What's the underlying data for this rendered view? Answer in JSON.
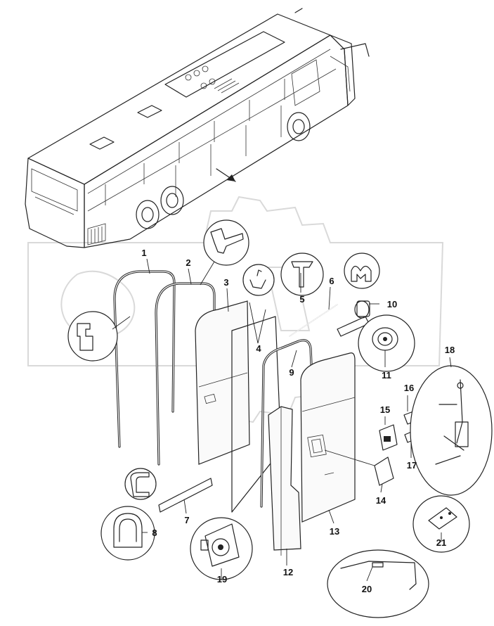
{
  "parts": [
    {
      "id": "1",
      "label": "1"
    },
    {
      "id": "2",
      "label": "2"
    },
    {
      "id": "3",
      "label": "3"
    },
    {
      "id": "4",
      "label": "4"
    },
    {
      "id": "5",
      "label": "5"
    },
    {
      "id": "6",
      "label": "6"
    },
    {
      "id": "7",
      "label": "7"
    },
    {
      "id": "8",
      "label": "8"
    },
    {
      "id": "9",
      "label": "9"
    },
    {
      "id": "10",
      "label": "10"
    },
    {
      "id": "11",
      "label": "11"
    },
    {
      "id": "12",
      "label": "12"
    },
    {
      "id": "13",
      "label": "13"
    },
    {
      "id": "14",
      "label": "14"
    },
    {
      "id": "15",
      "label": "15"
    },
    {
      "id": "16",
      "label": "16"
    },
    {
      "id": "17",
      "label": "17"
    },
    {
      "id": "18",
      "label": "18"
    },
    {
      "id": "19",
      "label": "19"
    },
    {
      "id": "20",
      "label": "20"
    },
    {
      "id": "21",
      "label": "21"
    }
  ]
}
